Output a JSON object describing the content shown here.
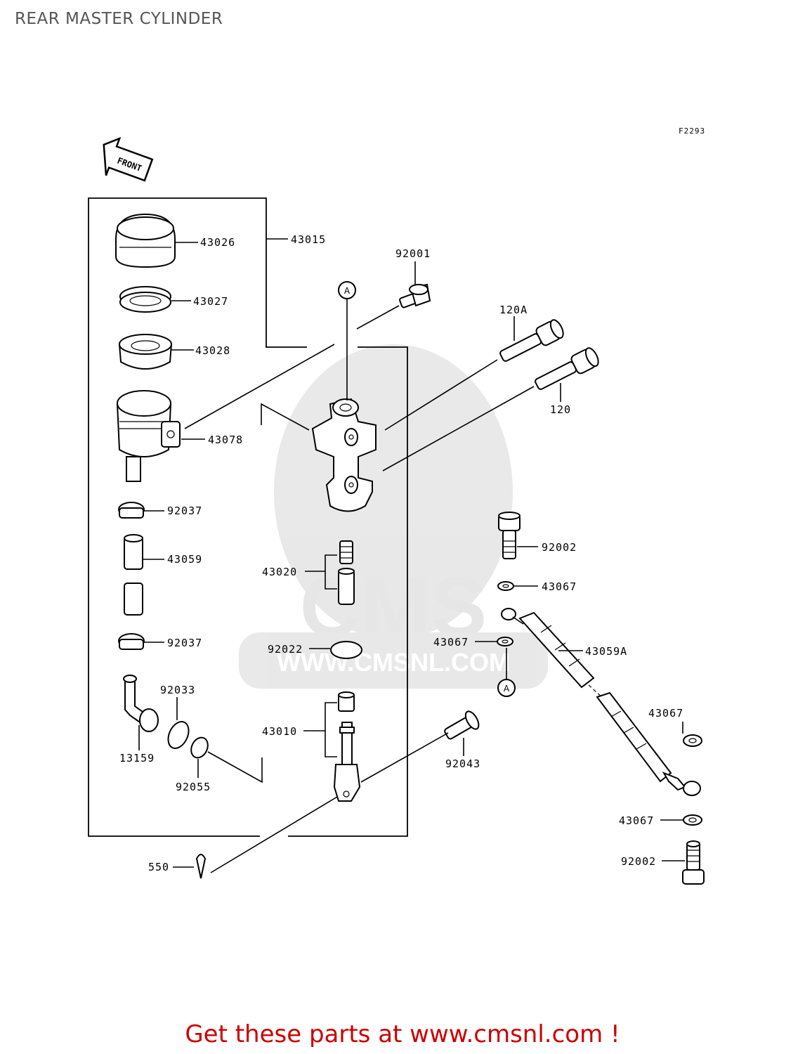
{
  "title": "REAR MASTER CYLINDER",
  "figure_code": "F2293",
  "front_arrow_label": "FRONT",
  "watermark": {
    "logo_text": "CMS",
    "url_text": "WWW.CMSNL.COM"
  },
  "callout_marker": "A",
  "parts": [
    {
      "id": "p43015",
      "label": "43015"
    },
    {
      "id": "p43026",
      "label": "43026"
    },
    {
      "id": "p43027",
      "label": "43027"
    },
    {
      "id": "p43028",
      "label": "43028"
    },
    {
      "id": "p43078",
      "label": "43078"
    },
    {
      "id": "p92037a",
      "label": "92037"
    },
    {
      "id": "p43059",
      "label": "43059"
    },
    {
      "id": "p92037b",
      "label": "92037"
    },
    {
      "id": "p92033",
      "label": "92033"
    },
    {
      "id": "p13159",
      "label": "13159"
    },
    {
      "id": "p92055",
      "label": "92055"
    },
    {
      "id": "p92001",
      "label": "92001"
    },
    {
      "id": "p120A",
      "label": "120A"
    },
    {
      "id": "p120",
      "label": "120"
    },
    {
      "id": "p43020",
      "label": "43020"
    },
    {
      "id": "p92022",
      "label": "92022"
    },
    {
      "id": "p43010",
      "label": "43010"
    },
    {
      "id": "p92043",
      "label": "92043"
    },
    {
      "id": "p550",
      "label": "550"
    },
    {
      "id": "p92002a",
      "label": "92002"
    },
    {
      "id": "p43067a",
      "label": "43067"
    },
    {
      "id": "p43067b",
      "label": "43067"
    },
    {
      "id": "p43059A",
      "label": "43059A"
    },
    {
      "id": "p43067c",
      "label": "43067"
    },
    {
      "id": "p43067d",
      "label": "43067"
    },
    {
      "id": "p92002b",
      "label": "92002"
    }
  ],
  "footer": "Get these parts at www.cmsnl.com !"
}
